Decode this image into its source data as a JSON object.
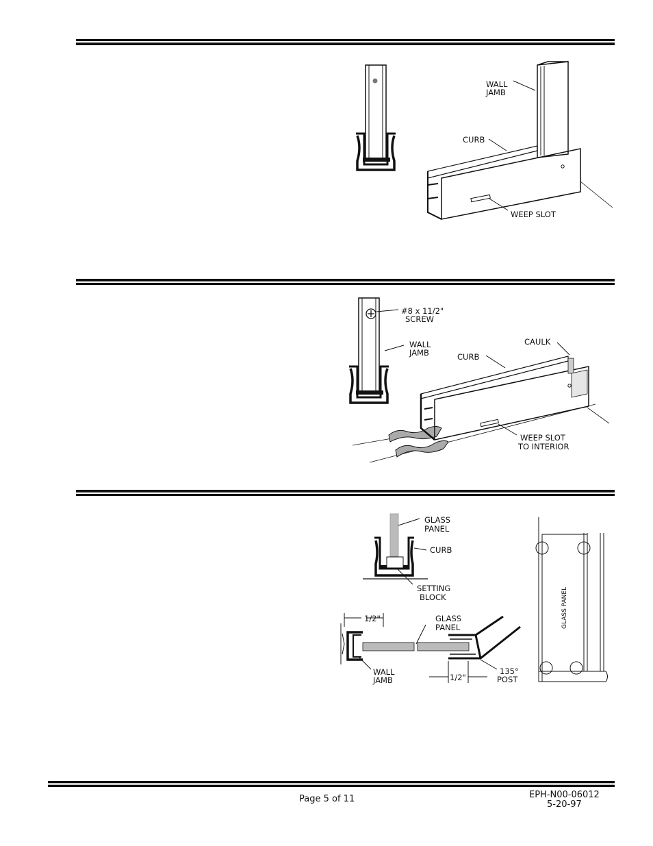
{
  "fig1": {
    "wall_jamb": [
      "WALL",
      "JAMB"
    ],
    "curb": "CURB",
    "weep_slot": "WEEP SLOT"
  },
  "fig2": {
    "screw": [
      "#8 x 11/2\"",
      "SCREW"
    ],
    "wall_jamb": [
      "WALL",
      "JAMB"
    ],
    "caulk": "CAULK",
    "curb": "CURB",
    "weep_slot": [
      "WEEP SLOT",
      "TO INTERIOR"
    ]
  },
  "fig3": {
    "glass_panel": [
      "GLASS",
      "PANEL"
    ],
    "curb": "CURB",
    "setting_block": [
      "SETTING",
      "BLOCK"
    ]
  },
  "fig4": {
    "dim_left": "1/2\"",
    "glass_panel": [
      "GLASS",
      "PANEL"
    ],
    "wall_jamb": [
      "WALL",
      "JAMB"
    ],
    "dim_right": "1/2\"",
    "post": [
      "135°",
      "POST"
    ]
  },
  "fig5": {
    "glass_panel": "GLASS PANEL"
  },
  "footer": {
    "page": "Page 5 of 11",
    "doc_id": "EPH-N00-06012",
    "date": "5-20-97"
  }
}
